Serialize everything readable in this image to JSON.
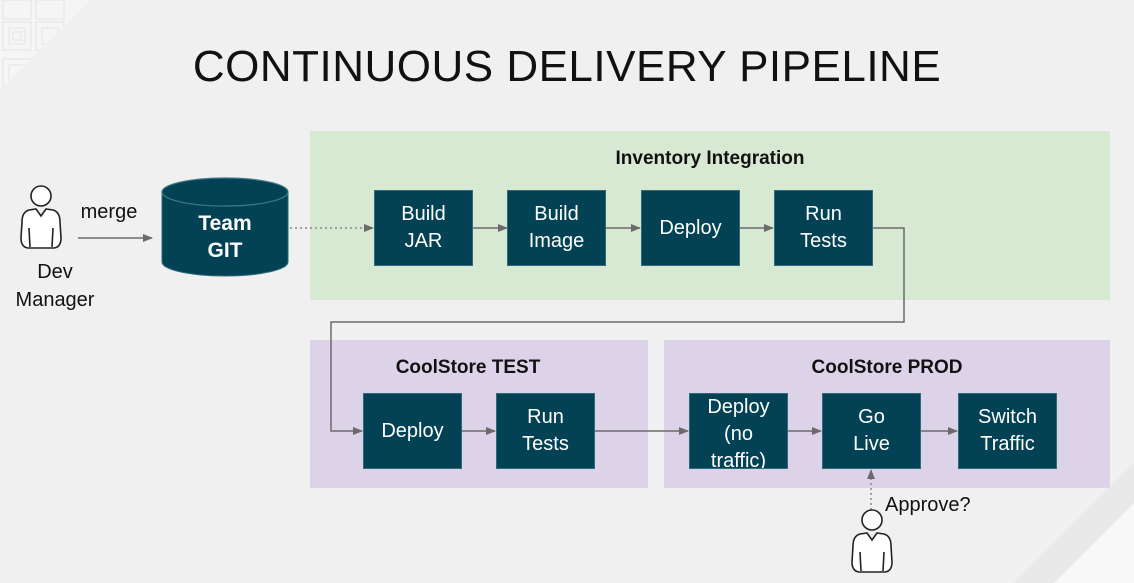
{
  "title": "CONTINUOUS DELIVERY PIPELINE",
  "colors": {
    "box_fill": "#034254",
    "stage_integration": "#d8e9d3",
    "stage_test_prod": "#dcd3e8",
    "arrow": "#6b6b6b",
    "background": "#f0f0f0"
  },
  "actors": {
    "dev": {
      "label": "Dev\nManager",
      "action": "merge"
    },
    "approver": {
      "label": "Approve?"
    }
  },
  "repository": {
    "label": "Team\nGIT",
    "icon": "database-cylinder-icon"
  },
  "stages": [
    {
      "name": "Inventory Integration",
      "steps": [
        "Build\nJAR",
        "Build\nImage",
        "Deploy",
        "Run\nTests"
      ]
    },
    {
      "name": "CoolStore TEST",
      "steps": [
        "Deploy",
        "Run\nTests"
      ]
    },
    {
      "name": "CoolStore PROD",
      "steps": [
        "Deploy\n(no\ntraffic)",
        "Go\nLive",
        "Switch\nTraffic"
      ]
    }
  ]
}
